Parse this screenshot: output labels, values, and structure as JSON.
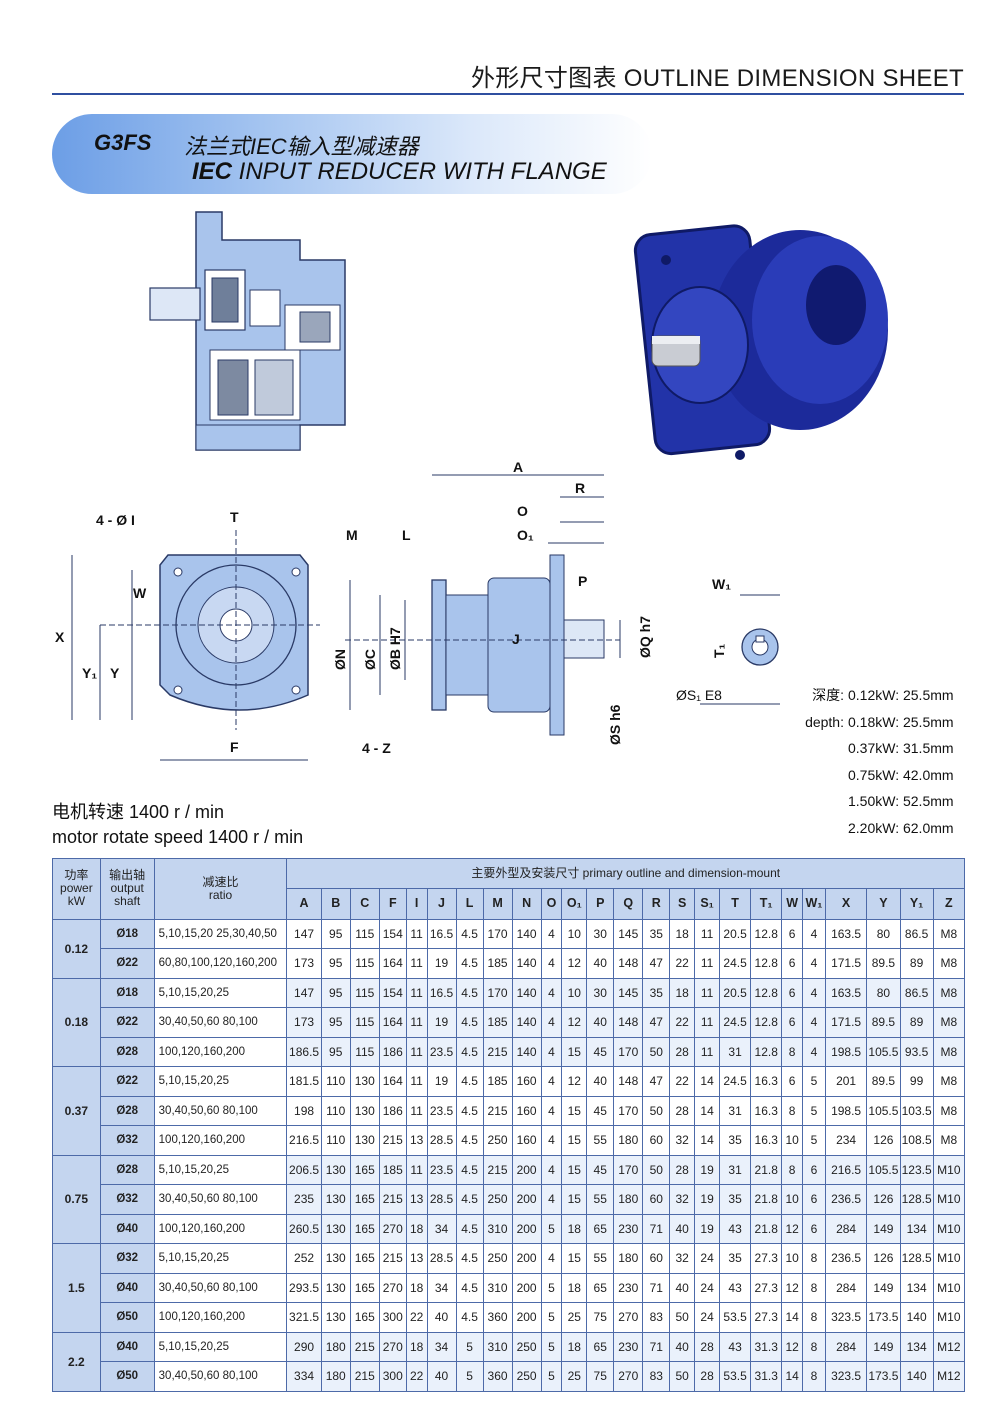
{
  "header": {
    "title": "外形尺寸图表   OUTLINE DIMENSION SHEET"
  },
  "banner": {
    "model": "G3FS",
    "title_cn": "法兰式IEC输入型减速器",
    "title_en_bold": "IEC",
    "title_en_rest": " INPUT REDUCER WITH FLANGE"
  },
  "drawing_labels": {
    "A": "A",
    "R": "R",
    "O": "O",
    "O1": "O₁",
    "L": "L",
    "P": "P",
    "J": "J",
    "four_i": "4 - Ø I",
    "T": "T",
    "M": "M",
    "W": "W",
    "X": "X",
    "Y1": "Y₁",
    "Y": "Y",
    "F": "F",
    "N": "ØN",
    "C": "ØC",
    "B": "ØB H7",
    "Q": "ØQ h7",
    "S": "ØS h6",
    "four_z": "4 - Z",
    "W1": "W₁",
    "T1": "T₁",
    "S1": "ØS₁ E8"
  },
  "depth": {
    "label_cn": "深度:",
    "label_en": "depth:",
    "values": [
      "0.12kW: 25.5mm",
      "0.18kW: 25.5mm",
      "0.37kW: 31.5mm",
      "0.75kW: 42.0mm",
      "1.50kW: 52.5mm",
      "2.20kW: 62.0mm"
    ]
  },
  "speed": {
    "cn": "电机转速 1400 r / min",
    "en": "motor rotate speed 1400 r / min"
  },
  "table": {
    "h_power": "功率\npower\nkW",
    "h_shaft": "输出轴\noutput\nshaft",
    "h_ratio": "减速比\nratio",
    "h_group": "主要外型及安装尺寸  primary outline and dimension-mount",
    "columns": [
      "A",
      "B",
      "C",
      "F",
      "I",
      "J",
      "L",
      "M",
      "N",
      "O",
      "O₁",
      "P",
      "Q",
      "R",
      "S",
      "S₁",
      "T",
      "T₁",
      "W",
      "W₁",
      "X",
      "Y",
      "Y₁",
      "Z"
    ],
    "groups": [
      {
        "power": "0.12",
        "rows": [
          {
            "shaft": "Ø18",
            "ratio": "5,10,15,20 25,30,40,50",
            "v": [
              "147",
              "95",
              "115",
              "154",
              "11",
              "16.5",
              "4.5",
              "170",
              "140",
              "4",
              "10",
              "30",
              "145",
              "35",
              "18",
              "11",
              "20.5",
              "12.8",
              "6",
              "4",
              "163.5",
              "80",
              "86.5",
              "M8"
            ]
          },
          {
            "shaft": "Ø22",
            "ratio": "60,80,100,120,160,200",
            "v": [
              "173",
              "95",
              "115",
              "164",
              "11",
              "19",
              "4.5",
              "185",
              "140",
              "4",
              "12",
              "40",
              "148",
              "47",
              "22",
              "11",
              "24.5",
              "12.8",
              "6",
              "4",
              "171.5",
              "89.5",
              "89",
              "M8"
            ]
          }
        ]
      },
      {
        "power": "0.18",
        "rows": [
          {
            "shaft": "Ø18",
            "ratio": "5,10,15,20,25",
            "v": [
              "147",
              "95",
              "115",
              "154",
              "11",
              "16.5",
              "4.5",
              "170",
              "140",
              "4",
              "10",
              "30",
              "145",
              "35",
              "18",
              "11",
              "20.5",
              "12.8",
              "6",
              "4",
              "163.5",
              "80",
              "86.5",
              "M8"
            ]
          },
          {
            "shaft": "Ø22",
            "ratio": "30,40,50,60 80,100",
            "v": [
              "173",
              "95",
              "115",
              "164",
              "11",
              "19",
              "4.5",
              "185",
              "140",
              "4",
              "12",
              "40",
              "148",
              "47",
              "22",
              "11",
              "24.5",
              "12.8",
              "6",
              "4",
              "171.5",
              "89.5",
              "89",
              "M8"
            ]
          },
          {
            "shaft": "Ø28",
            "ratio": "100,120,160,200",
            "v": [
              "186.5",
              "95",
              "115",
              "186",
              "11",
              "23.5",
              "4.5",
              "215",
              "140",
              "4",
              "15",
              "45",
              "170",
              "50",
              "28",
              "11",
              "31",
              "12.8",
              "8",
              "4",
              "198.5",
              "105.5",
              "93.5",
              "M8"
            ]
          }
        ]
      },
      {
        "power": "0.37",
        "rows": [
          {
            "shaft": "Ø22",
            "ratio": "5,10,15,20,25",
            "v": [
              "181.5",
              "110",
              "130",
              "164",
              "11",
              "19",
              "4.5",
              "185",
              "160",
              "4",
              "12",
              "40",
              "148",
              "47",
              "22",
              "14",
              "24.5",
              "16.3",
              "6",
              "5",
              "201",
              "89.5",
              "99",
              "M8"
            ]
          },
          {
            "shaft": "Ø28",
            "ratio": "30,40,50,60 80,100",
            "v": [
              "198",
              "110",
              "130",
              "186",
              "11",
              "23.5",
              "4.5",
              "215",
              "160",
              "4",
              "15",
              "45",
              "170",
              "50",
              "28",
              "14",
              "31",
              "16.3",
              "8",
              "5",
              "198.5",
              "105.5",
              "103.5",
              "M8"
            ]
          },
          {
            "shaft": "Ø32",
            "ratio": "100,120,160,200",
            "v": [
              "216.5",
              "110",
              "130",
              "215",
              "13",
              "28.5",
              "4.5",
              "250",
              "160",
              "4",
              "15",
              "55",
              "180",
              "60",
              "32",
              "14",
              "35",
              "16.3",
              "10",
              "5",
              "234",
              "126",
              "108.5",
              "M8"
            ]
          }
        ]
      },
      {
        "power": "0.75",
        "rows": [
          {
            "shaft": "Ø28",
            "ratio": "5,10,15,20,25",
            "v": [
              "206.5",
              "130",
              "165",
              "185",
              "11",
              "23.5",
              "4.5",
              "215",
              "200",
              "4",
              "15",
              "45",
              "170",
              "50",
              "28",
              "19",
              "31",
              "21.8",
              "8",
              "6",
              "216.5",
              "105.5",
              "123.5",
              "M10"
            ]
          },
          {
            "shaft": "Ø32",
            "ratio": "30,40,50,60 80,100",
            "v": [
              "235",
              "130",
              "165",
              "215",
              "13",
              "28.5",
              "4.5",
              "250",
              "200",
              "4",
              "15",
              "55",
              "180",
              "60",
              "32",
              "19",
              "35",
              "21.8",
              "10",
              "6",
              "236.5",
              "126",
              "128.5",
              "M10"
            ]
          },
          {
            "shaft": "Ø40",
            "ratio": "100,120,160,200",
            "v": [
              "260.5",
              "130",
              "165",
              "270",
              "18",
              "34",
              "4.5",
              "310",
              "200",
              "5",
              "18",
              "65",
              "230",
              "71",
              "40",
              "19",
              "43",
              "21.8",
              "12",
              "6",
              "284",
              "149",
              "134",
              "M10"
            ]
          }
        ]
      },
      {
        "power": "1.5",
        "rows": [
          {
            "shaft": "Ø32",
            "ratio": "5,10,15,20,25",
            "v": [
              "252",
              "130",
              "165",
              "215",
              "13",
              "28.5",
              "4.5",
              "250",
              "200",
              "4",
              "15",
              "55",
              "180",
              "60",
              "32",
              "24",
              "35",
              "27.3",
              "10",
              "8",
              "236.5",
              "126",
              "128.5",
              "M10"
            ]
          },
          {
            "shaft": "Ø40",
            "ratio": "30,40,50,60 80,100",
            "v": [
              "293.5",
              "130",
              "165",
              "270",
              "18",
              "34",
              "4.5",
              "310",
              "200",
              "5",
              "18",
              "65",
              "230",
              "71",
              "40",
              "24",
              "43",
              "27.3",
              "12",
              "8",
              "284",
              "149",
              "134",
              "M10"
            ]
          },
          {
            "shaft": "Ø50",
            "ratio": "100,120,160,200",
            "v": [
              "321.5",
              "130",
              "165",
              "300",
              "22",
              "40",
              "4.5",
              "360",
              "200",
              "5",
              "25",
              "75",
              "270",
              "83",
              "50",
              "24",
              "53.5",
              "27.3",
              "14",
              "8",
              "323.5",
              "173.5",
              "140",
              "M10"
            ]
          }
        ]
      },
      {
        "power": "2.2",
        "rows": [
          {
            "shaft": "Ø40",
            "ratio": "5,10,15,20,25",
            "v": [
              "290",
              "180",
              "215",
              "270",
              "18",
              "34",
              "5",
              "310",
              "250",
              "5",
              "18",
              "65",
              "230",
              "71",
              "40",
              "28",
              "43",
              "31.3",
              "12",
              "8",
              "284",
              "149",
              "134",
              "M12"
            ]
          },
          {
            "shaft": "Ø50",
            "ratio": "30,40,50,60 80,100",
            "v": [
              "334",
              "180",
              "215",
              "300",
              "22",
              "40",
              "5",
              "360",
              "250",
              "5",
              "25",
              "75",
              "270",
              "83",
              "50",
              "28",
              "53.5",
              "31.3",
              "14",
              "8",
              "323.5",
              "173.5",
              "140",
              "M12"
            ]
          }
        ]
      }
    ]
  },
  "colors": {
    "accent": "#2f4fa0",
    "drawing_fill": "#a9c4ec",
    "product_blue": "#1f2fa8",
    "table_header": "#c4d5ef"
  }
}
